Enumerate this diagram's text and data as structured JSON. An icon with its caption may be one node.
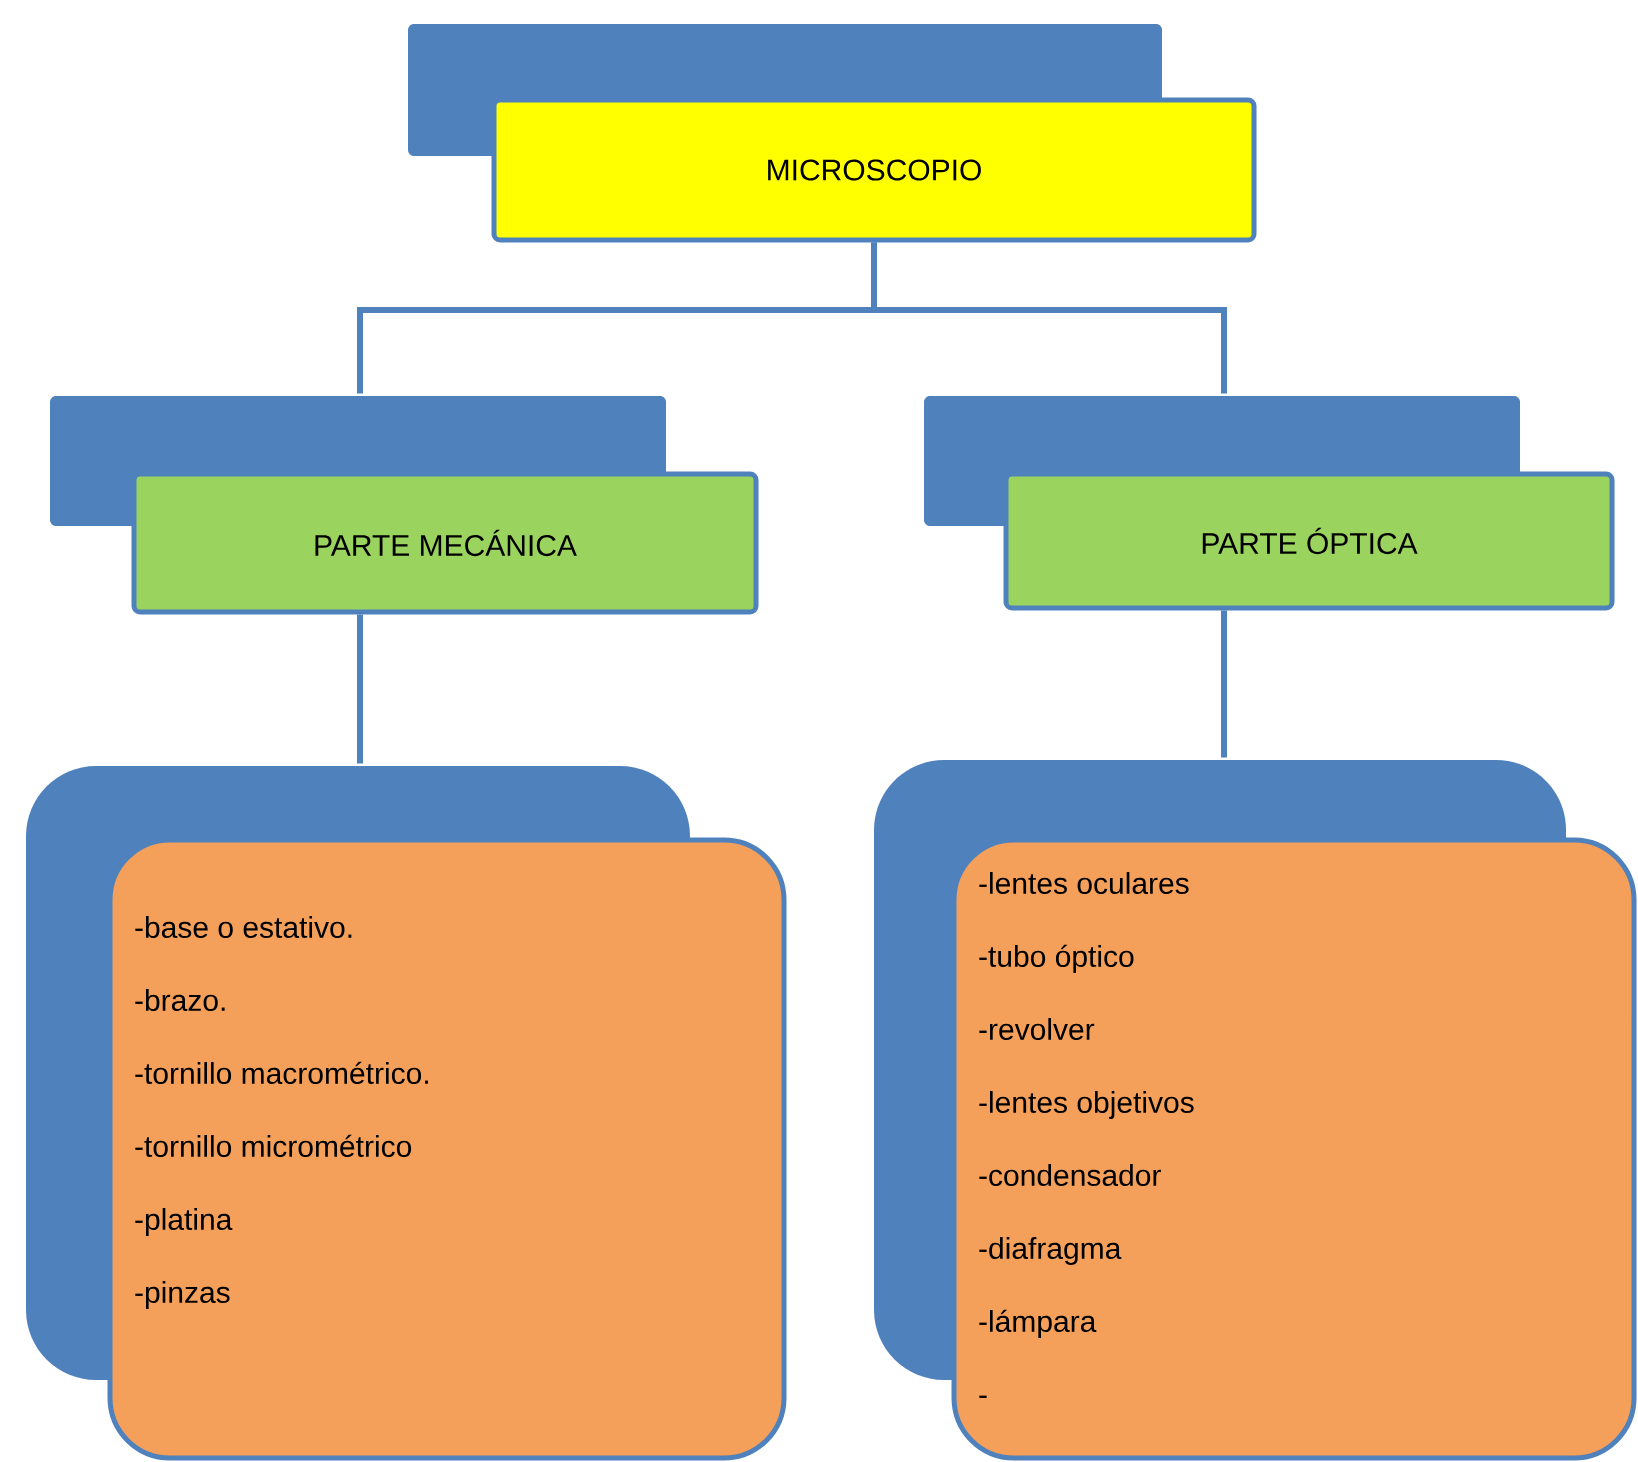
{
  "diagram": {
    "nodes": [
      {
        "text": [
          "MICROSCOPIO"
        ]
      },
      {
        "text": [
          "PARTE MECÁNICA"
        ]
      },
      {
        "text": [
          "PARTE ÓPTICA"
        ]
      },
      {
        "text": [
          "-base o estativo.",
          "-brazo.",
          "-tornillo macrométrico.",
          "-tornillo micrométrico",
          "-platina",
          "-pinzas"
        ]
      },
      {
        "text": [
          "-lentes oculares",
          "-tubo óptico",
          "-revolver",
          "-lentes objetivos",
          "-condensador",
          "-diafragma",
          "-lámpara",
          "-"
        ]
      }
    ],
    "edges": [
      {
        "from": 0,
        "to": 1,
        "arrow": "none"
      },
      {
        "from": 0,
        "to": 2,
        "arrow": "none"
      },
      {
        "from": 1,
        "to": 3,
        "arrow": "none"
      },
      {
        "from": 2,
        "to": 4,
        "arrow": "none"
      }
    ]
  }
}
